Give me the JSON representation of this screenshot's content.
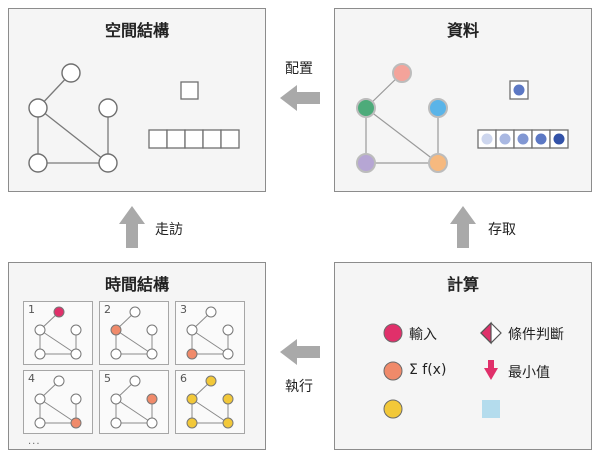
{
  "panels": {
    "spatial": {
      "title": "空間結構"
    },
    "data": {
      "title": "資料"
    },
    "temporal": {
      "title": "時間結構",
      "steps": [
        "1",
        "2",
        "3",
        "4",
        "5",
        "6"
      ],
      "ellipsis": "..."
    },
    "compute": {
      "title": "計算"
    }
  },
  "operations": {
    "configure": "配置",
    "access": "存取",
    "traverse": "走訪",
    "execute": "執行"
  },
  "legend": {
    "input": "輸入",
    "function": "Σ f(x)",
    "condition": "條件判斷",
    "min_value": "最小值"
  },
  "colors": {
    "node_pink": "#f4a39a",
    "node_green": "#4dab7a",
    "node_blue": "#5ab4e8",
    "node_purple": "#b6a6d4",
    "node_orange": "#f6b97f",
    "input_red": "#e0306a",
    "func_orange": "#f08a6a",
    "yellow": "#f2c839",
    "light_blue": "#b4dced",
    "scale": [
      "#cdd6ee",
      "#a9b8e2",
      "#8197d3",
      "#5c78c4",
      "#3252a8"
    ]
  }
}
